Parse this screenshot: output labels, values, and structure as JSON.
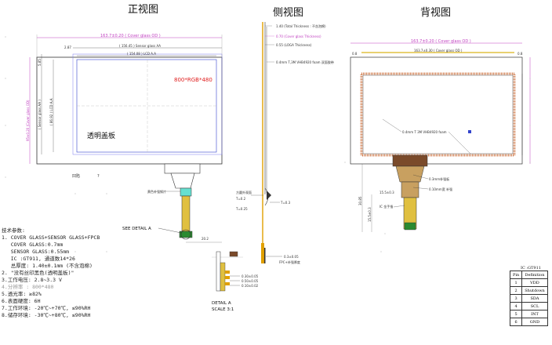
{
  "titles": {
    "front": "正视图",
    "side": "侧视图",
    "back": "背视图"
  },
  "front": {
    "dim_top": "163.7±0.20 ( Cover glass OD )",
    "dim_sensor": "( 156.45 ) Sensor glass AA",
    "dim_lcd": "( 154.08 ) LCD A.A",
    "dim_left_cover": "95±0.20 (Cover glass OD)",
    "dim_left_sensor": "( Sensor glass AA )",
    "dim_left_lcd": "( 86.92 ) LCD A.A",
    "corner_a": "2.87",
    "corner_b": "5.85",
    "resolution": "800*RGB*480",
    "cover_label": "透明盖板",
    "bottom_note": "凹陷",
    "question": "?",
    "connector_label": "黄色补强钢片",
    "see_detail": "SEE DETAIL A",
    "dim_bottom": "20.2"
  },
  "side": {
    "notes": [
      "1.40 (Total Thickness : 不含泡棉)",
      "0.70 (Cover glass Thickness)",
      "0.55 (LOGA Thickness)",
      "0.4mm T,3M VHB4920 foam 双面胶带"
    ],
    "labels": [
      "方圆外观面",
      "T=0.2"
    ],
    "dims": [
      "T=0.25",
      "T=0.3"
    ],
    "bottom": [
      "0.3±0.05",
      "FPC+补强厚度"
    ]
  },
  "detail": {
    "title": "DETAIL A",
    "scale": "SCALE 3:1",
    "dims": [
      "0.30±0.05",
      "0.50±0.05",
      "0.10±0.02"
    ]
  },
  "back": {
    "dim_top": "163.7±0.20 ( Cover glass OD )",
    "dim_inner": "163.7±0.30 ( Cover glass OD )",
    "corner": "0.8",
    "foam_note": "0.4mm T 3M VHB4920 foam",
    "fpc_note_1": "0.3mm补强板",
    "fpc_note_2": "0.10mm宽 补强",
    "fpc_note_3": "IC 金手指",
    "dim_fpc": "15.5±0.3",
    "left_dim": "30.85",
    "left_dim_2": "15.5±0.3"
  },
  "specs": {
    "heading": "技术参数:",
    "lines": [
      "1. COVER GLASS+SENSOR GLASS+FPCB",
      "   COVER GLASS:0.7mm",
      "   SENSOR GLASS:0.55mm",
      "   IC :GT911, 通道数14*26",
      "   总厚度: 1.40±0.1mm (不含泡棉)",
      "2. \"没有丝印黑色(透明盖板)\"",
      "3.工作电压: 2.8~3.3 V",
      "4.分辨率 : 800*480",
      "5.透光率: ≥82%",
      "6.表面硬度: 6H",
      "7.工作环境: -20℃~+70℃, ≤90%RH",
      "8.储存环境: -30℃~+80℃, ≤90%RH"
    ]
  },
  "pin_table": {
    "ic": "IC :GT911",
    "headers": [
      "Pin",
      "Definition"
    ],
    "rows": [
      [
        "1",
        "VDD"
      ],
      [
        "2",
        "Shutdown"
      ],
      [
        "3",
        "SDA"
      ],
      [
        "4",
        "SCL"
      ],
      [
        "5",
        "INT"
      ],
      [
        "6",
        "GND"
      ]
    ]
  }
}
